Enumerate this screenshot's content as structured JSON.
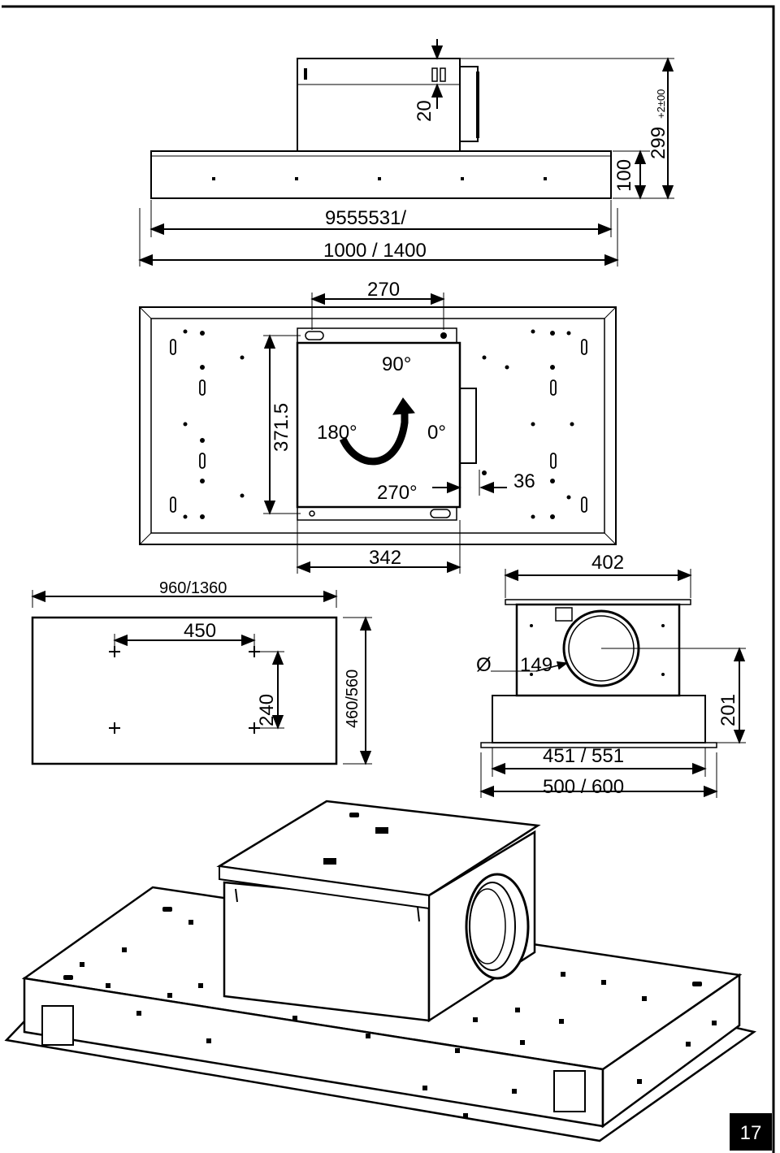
{
  "page": {
    "number": "17",
    "colors": {
      "ink": "#000000",
      "paper": "#ffffff",
      "panel": "#f7f7f7"
    }
  },
  "side_view": {
    "dim_20": "20",
    "dim_100": "100",
    "dim_299": "299",
    "dim_299_tol": "+2±00",
    "dim_inner_width": "9555531/",
    "dim_outer_width": "1000 / 1400"
  },
  "top_view": {
    "dim_270": "270",
    "dim_371": "371.5",
    "angle_90": "90°",
    "angle_180": "180°",
    "angle_0": "0°",
    "angle_270": "270°",
    "dim_36": "36",
    "dim_342": "342"
  },
  "cutout_view": {
    "dim_width": "960/1360",
    "dim_450": "450",
    "dim_240": "240",
    "dim_depth": "460/560"
  },
  "end_view": {
    "dim_402": "402",
    "dim_diameter_symbol": "Ø",
    "dim_diameter": "149",
    "dim_201": "201",
    "dim_inner": "451 / 551",
    "dim_outer": "500 / 600"
  }
}
